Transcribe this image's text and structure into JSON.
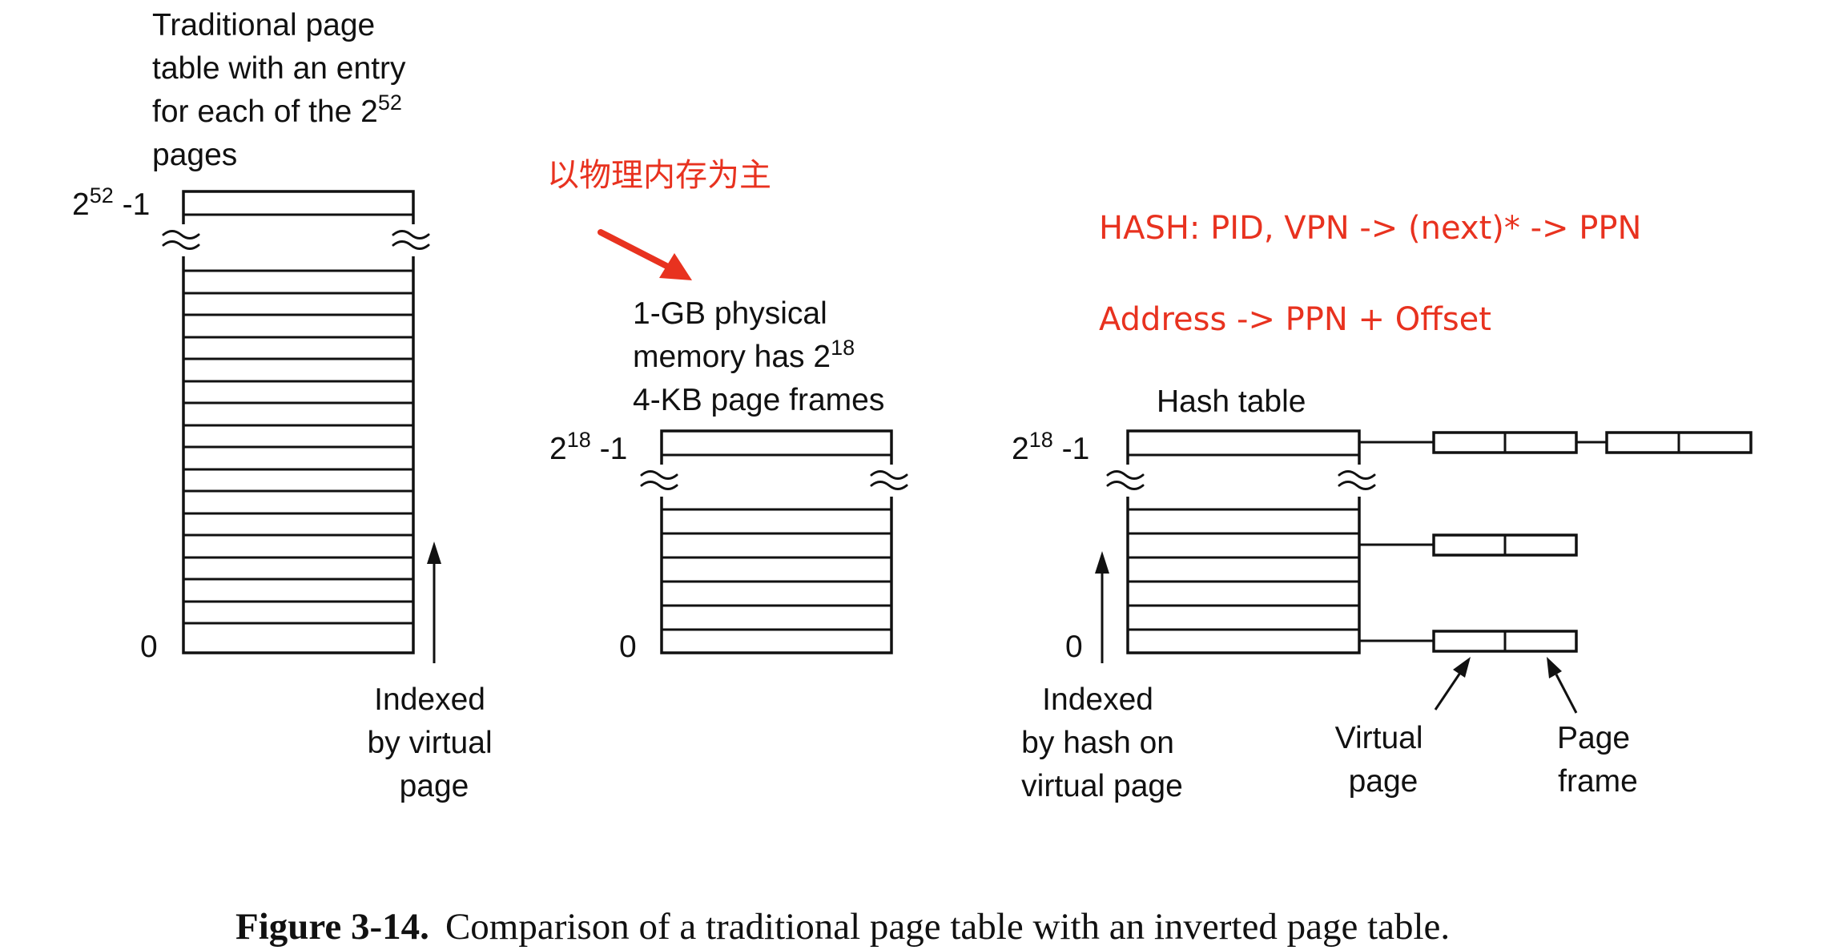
{
  "left_table": {
    "title_lines": [
      "Traditional page",
      "table with an entry",
      "for each of the 2",
      "pages"
    ],
    "title_exp": "52",
    "top_label": "2",
    "top_exp": "52",
    "top_suffix": " -1",
    "bottom_label": "0",
    "index_lines": [
      "Indexed",
      "by virtual",
      "page"
    ]
  },
  "middle_table": {
    "desc_lines": [
      "1-GB physical",
      "memory has 2",
      "4-KB page frames"
    ],
    "desc_exp": "18",
    "top_label": "2",
    "top_exp": "18",
    "top_suffix": " -1",
    "bottom_label": "0"
  },
  "right_table": {
    "title": "Hash table",
    "top_label": "2",
    "top_exp": "18",
    "top_suffix": " -1",
    "bottom_label": "0",
    "index_lines": [
      "Indexed",
      "by hash on",
      "virtual page"
    ],
    "virtual_page_lines": [
      "Virtual",
      "page"
    ],
    "page_frame_lines": [
      "Page",
      "frame"
    ]
  },
  "annotations": {
    "chinese_note": "以物理内存为主",
    "hash_line": "HASH: PID, VPN -> (next)* -> PPN",
    "address_line": "Address -> PPN + Offset",
    "annotation_color": "#e8321f"
  },
  "caption": {
    "label": "Figure 3-14.",
    "text": "Comparison of a traditional page table with an inverted page table."
  }
}
